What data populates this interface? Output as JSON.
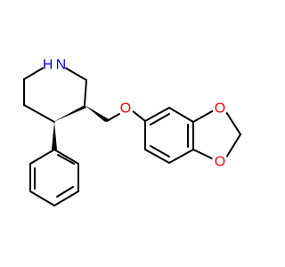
{
  "colors": {
    "bond": "#000000",
    "nitrogen": "#0000ff",
    "oxygen": "#ff0000",
    "background": "#ffffff"
  },
  "atoms": {
    "amine_n": "H N",
    "ether_o": "O",
    "dioxole_o_top": "O",
    "dioxole_o_bottom": "O"
  }
}
